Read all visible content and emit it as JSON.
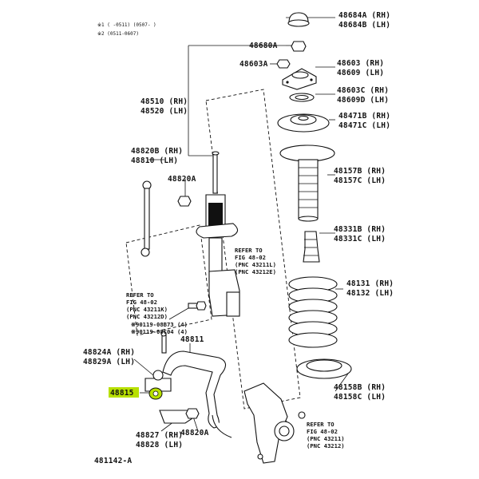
{
  "footnotes": {
    "note1": "※1 (     -0511) (0507-      )",
    "note2": "※2 (0511-0607)"
  },
  "labels": {
    "p48684": [
      "48684A (RH)",
      "48684B (LH)"
    ],
    "p48680": "48680A",
    "p48603a": "48603A",
    "p48603": [
      "48603 (RH)",
      "48609 (LH)"
    ],
    "p48603c": [
      "48603C (RH)",
      "48609D (LH)"
    ],
    "p48471": [
      "48471B (RH)",
      "48471C (LH)"
    ],
    "p48157": [
      "48157B (RH)",
      "48157C (LH)"
    ],
    "p48331": [
      "48331B (RH)",
      "48331C (LH)"
    ],
    "p48131": [
      "48131 (RH)",
      "48132 (LH)"
    ],
    "p48158": [
      "48158B (RH)",
      "48158C (LH)"
    ],
    "p48510": [
      "48510 (RH)",
      "48520 (LH)"
    ],
    "p48820b": [
      "48820B (RH)",
      "48810  (LH)"
    ],
    "p48820a_top": "48820A",
    "p48824": [
      "48824A (RH)",
      "48829A (LH)"
    ],
    "p48811": "48811",
    "p48815": "48815",
    "p48827": [
      "48827 (RH)",
      "48828 (LH)"
    ],
    "p48820a_bottom": "48820A",
    "p90119": [
      "※90119-08B73 (4)",
      "※90119-08C04 (4)"
    ],
    "diagram_id": "481142-A"
  },
  "refs": {
    "ref1": [
      "REFER TO",
      "FIG 48-02",
      "(PNC 43211L)",
      "(PNC 43212E)"
    ],
    "ref2": [
      "REFER TO",
      "FIG 48-02",
      "(PNC 43211K)",
      "(PNC 43212D)"
    ],
    "ref3": [
      "REFER TO",
      "FIG 48-02",
      "(PNC 43211)",
      "(PNC 43212)"
    ]
  },
  "highlight_color": "#b8e000"
}
